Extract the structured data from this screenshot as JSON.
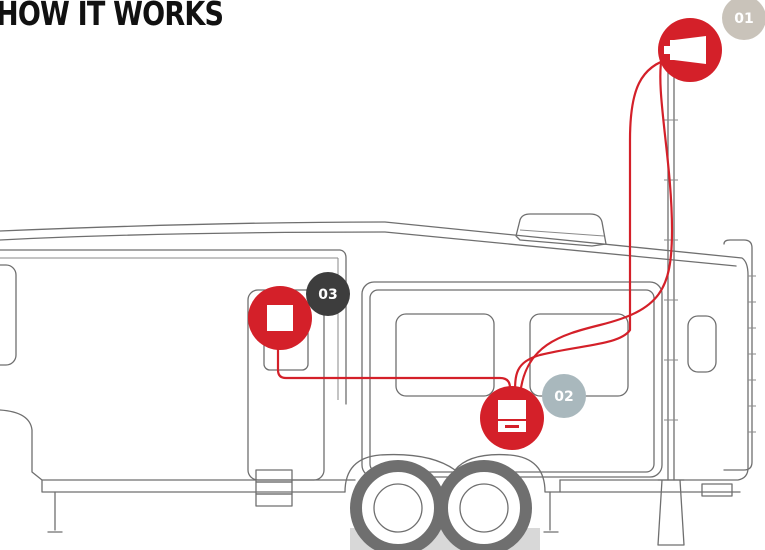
{
  "title": "HOW IT WORKS",
  "steps": [
    {
      "label": "01",
      "color": "#c9c3ba",
      "component": "antenna-icon"
    },
    {
      "label": "02",
      "color": "#a9b8bd",
      "component": "signal-booster-icon"
    },
    {
      "label": "03",
      "color": "#3d3d3d",
      "component": "indoor-antenna-icon"
    }
  ],
  "colors": {
    "accent": "#d42029",
    "line": "#6f6f6f"
  }
}
